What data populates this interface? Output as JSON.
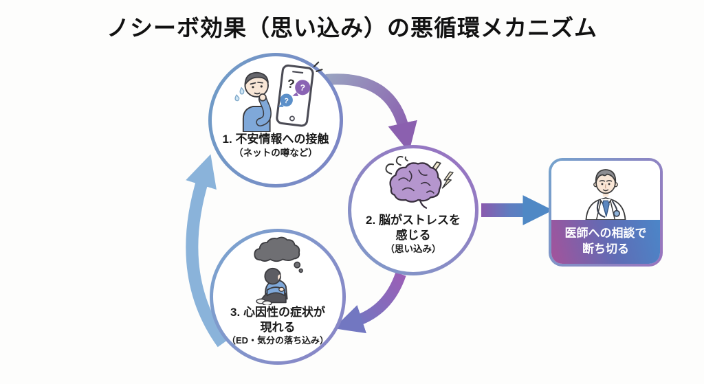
{
  "title": "ノシーボ効果（思い込み）の悪循環メカニズム",
  "steps": [
    {
      "title_lines": [
        "1. 不安情報への接触"
      ],
      "subtitle": "（ネットの噂など）",
      "icon": "worried-person-phone-icon"
    },
    {
      "title_lines": [
        "2. 脳がストレスを",
        "感じる"
      ],
      "subtitle": "（思い込み）",
      "icon": "stressed-brain-icon"
    },
    {
      "title_lines": [
        "3. 心因性の症状が",
        "現れる"
      ],
      "subtitle": "（ED・気分の落ち込み）",
      "icon": "depressed-person-icon"
    }
  ],
  "solution": {
    "title_lines": [
      "医師への相談で",
      "断ち切る"
    ],
    "icon": "doctor-icon"
  },
  "arrows": [
    {
      "name": "step1-to-step2"
    },
    {
      "name": "step2-to-step3"
    },
    {
      "name": "step3-to-step1"
    },
    {
      "name": "step2-to-solution"
    }
  ],
  "colors": {
    "background": "#fdfdfc",
    "title_text": "#111111",
    "body_text": "#1a1a1a",
    "cycle_light_blue_arrow": "#8ab3da",
    "curve_arrow_start_gray_blue": "#99a2c0",
    "curve_arrow_end_purple": "#8b60af",
    "curve_arrow2_start_purple": "#9a5fb6",
    "curve_arrow2_end_blue_purple": "#7277c1",
    "straight_arrow_purple": "#8a5aae",
    "straight_arrow_blue": "#4f88c5",
    "solution_gradient_left": "#a4539b",
    "solution_gradient_right": "#4b86c8",
    "brain_fill": "#b596ce",
    "shirt_blue": "#7fa8d9",
    "cloud_gray": "#6f6f73",
    "tie_blue": "#5b87c0"
  }
}
